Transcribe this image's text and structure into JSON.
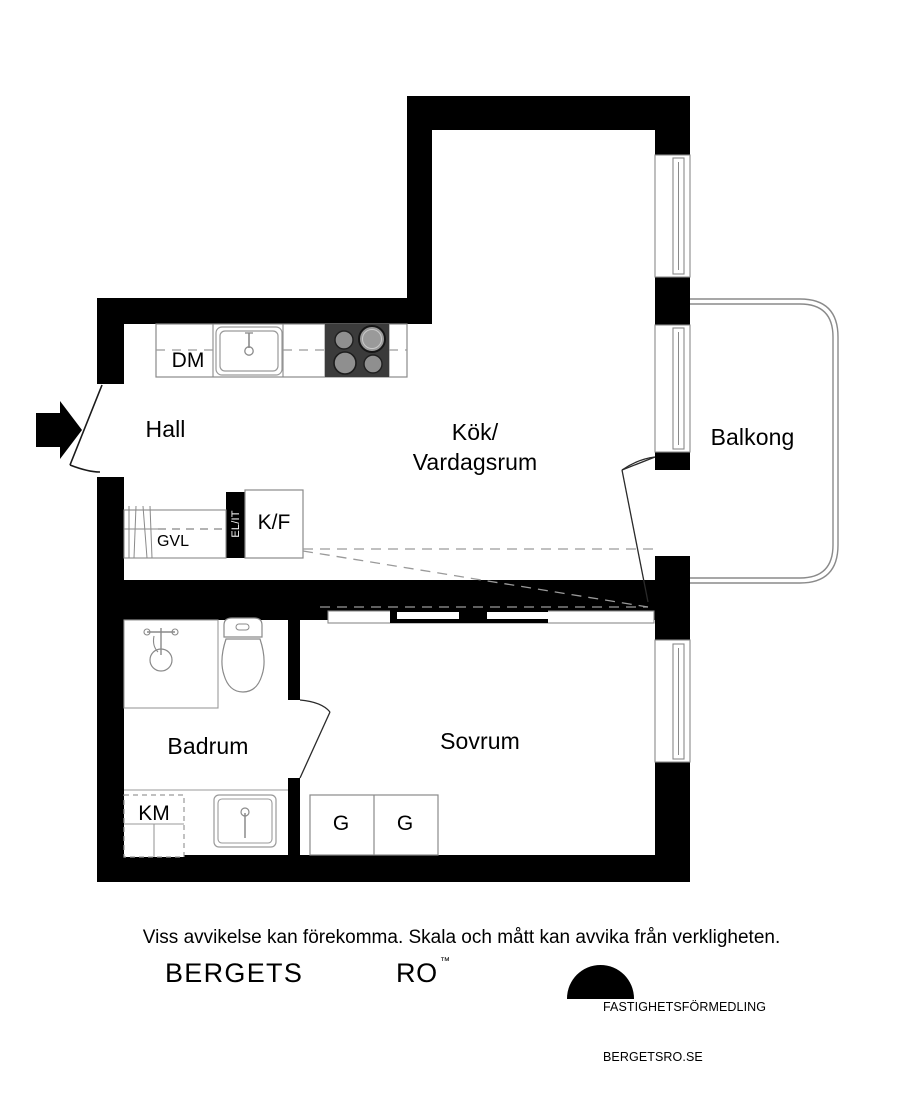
{
  "document": {
    "type": "floor-plan",
    "language": "sv"
  },
  "rooms": [
    {
      "id": "hall",
      "label": "Hall"
    },
    {
      "id": "kok",
      "label": "Kök/"
    },
    {
      "id": "vardagsrum",
      "label": "Vardagsrum"
    },
    {
      "id": "balkong",
      "label": "Balkong"
    },
    {
      "id": "badrum",
      "label": "Badrum"
    },
    {
      "id": "sovrum",
      "label": "Sovrum"
    }
  ],
  "fixtures": [
    {
      "id": "dm",
      "label": "DM",
      "meaning": "dishwasher"
    },
    {
      "id": "kf",
      "label": "K/F",
      "meaning": "fridge-freezer"
    },
    {
      "id": "gvl",
      "label": "GVL",
      "meaning": "wardrobe"
    },
    {
      "id": "elit",
      "label": "EL/IT",
      "meaning": "electrical-it-cabinet"
    },
    {
      "id": "km",
      "label": "KM",
      "meaning": "washing-machine"
    },
    {
      "id": "garderob1",
      "label": "G",
      "meaning": "closet"
    },
    {
      "id": "garderob2",
      "label": "G",
      "meaning": "closet"
    }
  ],
  "footer": {
    "disclaimer": "Viss avvikelse kan förekomma. Skala och mått kan avvika från verkligheten.",
    "brand_primary": "BERGETS",
    "brand_secondary": "RO",
    "trademark": "™",
    "logo_line1": "FASTIGHETSFÖRMEDLING",
    "logo_line2": "BERGETSRO.SE"
  },
  "colors": {
    "wall": "#000000",
    "background": "#ffffff",
    "hob": "#3b3b3b",
    "burner": "#8c8c8c",
    "thin_line": "#878787",
    "dashed_line": "#9a9a9a"
  }
}
